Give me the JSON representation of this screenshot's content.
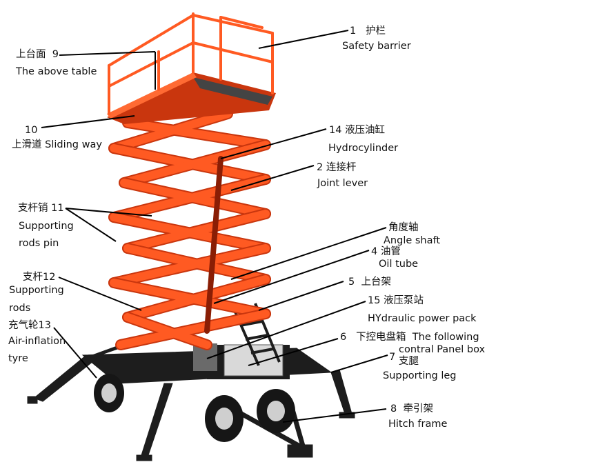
{
  "callouts": {
    "c1": {
      "num": "1",
      "zh": "护栏",
      "en": "Safety barrier"
    },
    "c9": {
      "num": "9",
      "zh": "上台面",
      "en": "The above table"
    },
    "c10": {
      "num": "10",
      "zh": "上滑道",
      "en": "Sliding way"
    },
    "c14": {
      "num": "14",
      "zh": "液压油缸",
      "en": "Hydrocylinder"
    },
    "c2": {
      "num": "2",
      "zh": "连接杆",
      "en": "Joint lever"
    },
    "c11": {
      "num": "11",
      "zh": "支杆销",
      "en_line1": "Supporting",
      "en_line2": "rods pin"
    },
    "cA": {
      "zh": "角度轴",
      "en": "Angle shaft"
    },
    "c4": {
      "num": "4",
      "zh": "油管",
      "en": "Oil tube"
    },
    "c12": {
      "num": "12",
      "zh": "支杆",
      "en_line1": "Supporting",
      "en_line2": "rods"
    },
    "c5": {
      "num": "5",
      "zh": "上台架"
    },
    "c13": {
      "num": "13",
      "zh": "充气轮",
      "en_line1": "Air-inflation",
      "en_line2": "tyre"
    },
    "c15": {
      "num": "15",
      "zh": "液压泵站",
      "en": "HYdraulic power pack"
    },
    "c6": {
      "num": "6",
      "zh": "下控电盘箱",
      "en_line1": "The following",
      "en_line2": "contral Panel box"
    },
    "c7": {
      "num": "7",
      "zh": "支腿",
      "en": "Supporting leg"
    },
    "c8": {
      "num": "8",
      "zh": "牵引架",
      "en": "Hitch frame"
    }
  },
  "colors": {
    "scissor": "#ff5a22",
    "scissor_dark": "#c9360e",
    "frame": "#1d1d1d",
    "panel": "#d9d9d9",
    "leader": "#000000"
  }
}
